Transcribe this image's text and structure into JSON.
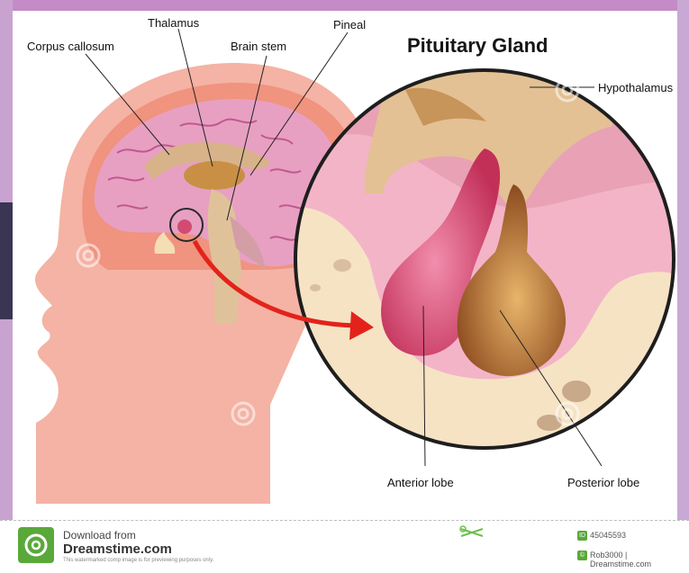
{
  "diagram": {
    "title": "Pituitary Gland",
    "labels": {
      "corpus_callosum": "Corpus callosum",
      "thalamus": "Thalamus",
      "brain_stem": "Brain stem",
      "pineal": "Pineal",
      "hypothalamus": "Hypothalamus",
      "anterior_lobe": "Anterior lobe",
      "posterior_lobe": "Posterior lobe"
    },
    "colors": {
      "head_skin": "#f2a898",
      "brain": "#e7a0c2",
      "anterior_lobe": "#d8446e",
      "posterior_lobe": "#a8642e",
      "bone": "#f6e3c4",
      "arrow": "#e3231b"
    }
  },
  "footer": {
    "download_prefix": "Download from",
    "brand": "Dreamstime.com",
    "note": "This watermarked comp image is for previewing purposes only.",
    "image_id": "45045593",
    "credit": "Rob3000 | Dreamstime.com",
    "logo_icon": "dreamstime-swirl-icon",
    "id_badge_icon": "id-badge-icon",
    "credit_icon": "copyright-badge-icon"
  }
}
